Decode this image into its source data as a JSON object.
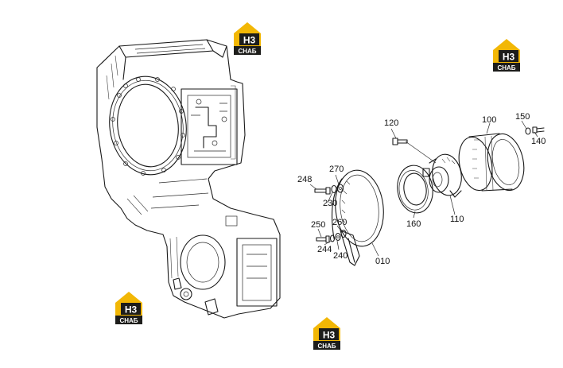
{
  "diagram": {
    "callouts": [
      "120",
      "100",
      "150",
      "140",
      "270",
      "248",
      "230",
      "160",
      "110",
      "250",
      "260",
      "244",
      "240",
      "010"
    ]
  },
  "watermark": {
    "brand_top": "H3",
    "brand_bottom": "СНАБ",
    "colors": {
      "yellow": "#f2b705",
      "dark": "#1d1d1b",
      "white": "#ffffff"
    }
  }
}
